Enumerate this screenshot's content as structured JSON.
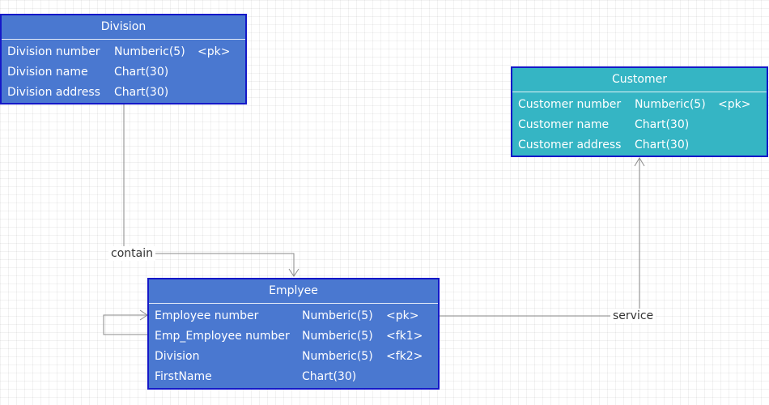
{
  "entities": {
    "division": {
      "title": "Division",
      "color": "#4a78d0",
      "attributes": [
        {
          "name": "Division number",
          "type": "Numberic(5)",
          "key": "<pk>"
        },
        {
          "name": "Division name",
          "type": "Chart(30)",
          "key": ""
        },
        {
          "name": "Division address",
          "type": "Chart(30)",
          "key": ""
        }
      ]
    },
    "customer": {
      "title": "Customer",
      "color": "#35b5c4",
      "attributes": [
        {
          "name": "Customer number",
          "type": "Numberic(5)",
          "key": "<pk>"
        },
        {
          "name": "Customer name",
          "type": "Chart(30)",
          "key": ""
        },
        {
          "name": "Customer address",
          "type": "Chart(30)",
          "key": ""
        }
      ]
    },
    "employee": {
      "title": "Emplyee",
      "color": "#4a78d0",
      "attributes": [
        {
          "name": "Employee number",
          "type": "Numberic(5)",
          "key": "<pk>"
        },
        {
          "name": "Emp_Employee number",
          "type": "Numberic(5)",
          "key": "<fk1>"
        },
        {
          "name": "Division",
          "type": "Numberic(5)",
          "key": "<fk2>"
        },
        {
          "name": "FirstName",
          "type": "Chart(30)",
          "key": ""
        }
      ]
    }
  },
  "relationships": {
    "contain": {
      "label": "contain"
    },
    "service": {
      "label": "service"
    }
  }
}
